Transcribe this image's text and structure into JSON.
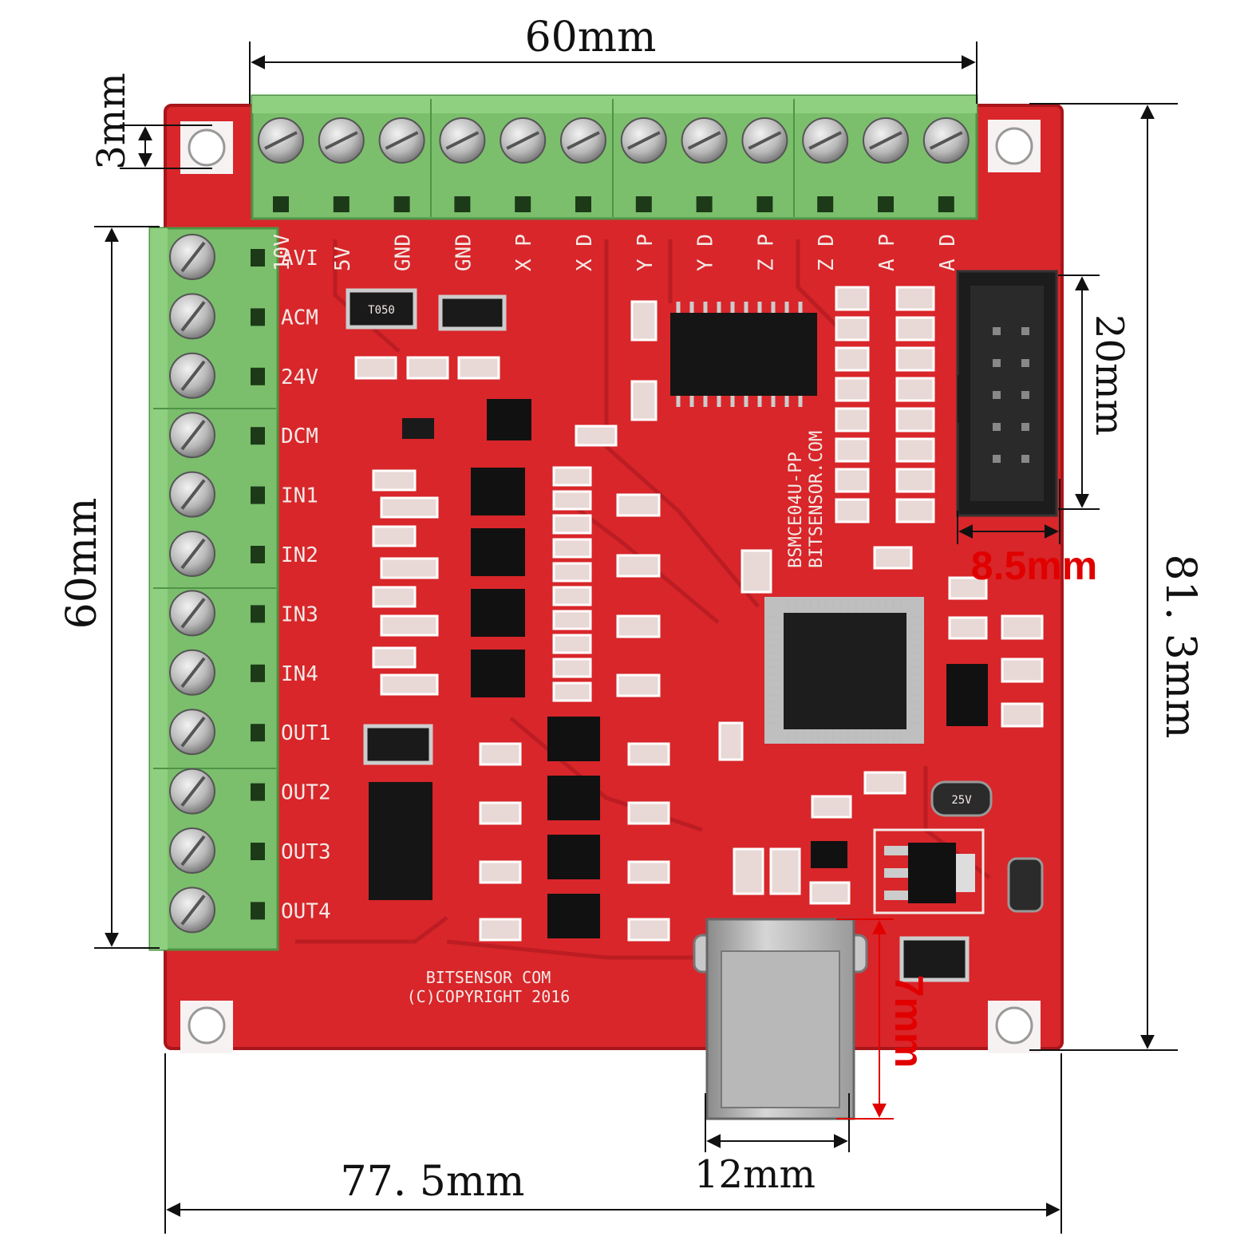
{
  "colors": {
    "pcb": "#d8262a",
    "pcb_dark": "#b01a1f",
    "terminal": "#7bbf6c",
    "terminal_dark": "#4f9446",
    "dimension_line": "#111111",
    "dimension_highlight": "#e10000",
    "silkscreen": "#f4e9e6"
  },
  "dimensions": {
    "top_width": "60mm",
    "hole_offset": "3mm",
    "left_height": "60mm",
    "header_height": "20mm",
    "header_width": "8.5mm",
    "board_height": "81. 3mm",
    "usb_height": "7mm",
    "usb_width": "12mm",
    "board_width": "77. 5mm"
  },
  "top_terminal_labels": [
    "10V",
    "5V",
    "GND",
    "GND",
    "X P",
    "X D",
    "Y P",
    "Y D",
    "Z P",
    "Z D",
    "A P",
    "A D"
  ],
  "left_terminal_labels": [
    "AVI",
    "ACM",
    "24V",
    "DCM",
    "IN1",
    "IN2",
    "IN3",
    "IN4",
    "OUT1",
    "OUT2",
    "OUT3",
    "OUT4"
  ],
  "board_silkscreen": {
    "model": "BSMCE04U-PP",
    "website": "BITSENSOR.COM",
    "footer_line1": "BITSENSOR COM",
    "footer_line2": "(C)COPYRIGHT 2016",
    "resistor_code": "T050",
    "cap_code": "25V"
  },
  "icons": {
    "mounting_hole": "mounting-hole-icon",
    "screw": "screw-icon",
    "usb_port": "usb-b-port-icon",
    "mcu_chip": "qfp-chip-icon",
    "idc_header": "idc-header-icon"
  }
}
